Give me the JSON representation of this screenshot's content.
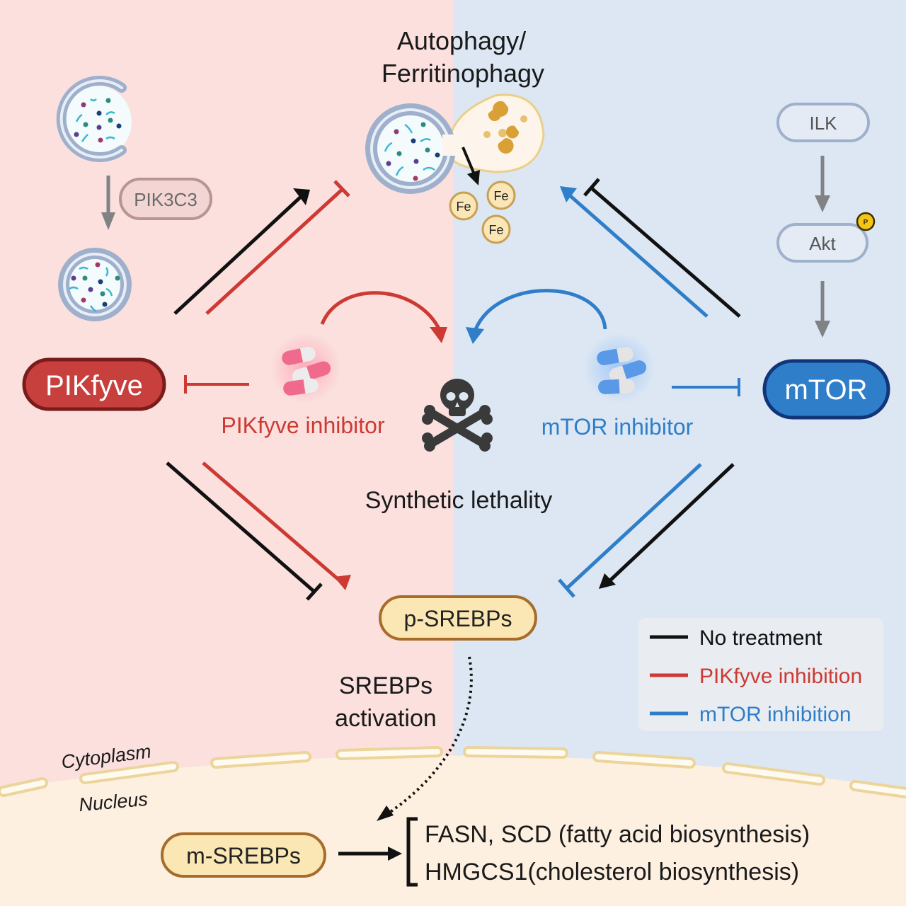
{
  "title": {
    "line1": "Autophagy/",
    "line2": "Ferritinophagy"
  },
  "colors": {
    "left_bg": "#fbe0de",
    "right_bg": "#dce7f3",
    "nucleus_bg": "#fdf0e0",
    "no_treatment": "#111111",
    "pikfyve": "#cc3a33",
    "mtor": "#2f7ec9",
    "gray_arrow": "#808284"
  },
  "nodes": {
    "pik3c3": "PIK3C3",
    "pikfyve": "PIKfyve",
    "ilk": "ILK",
    "akt": "Akt",
    "phospho": "P",
    "mtor": "mTOR",
    "p_srebps": "p-SREBPs",
    "m_srebps": "m-SREBPs"
  },
  "iron": [
    "Fe",
    "Fe",
    "Fe"
  ],
  "drugs": {
    "pikfyve_inhibitor": "PIKfyve inhibitor",
    "mtor_inhibitor": "mTOR inhibitor"
  },
  "center": {
    "synthetic_lethality": "Synthetic lethality"
  },
  "srebp_activation": {
    "line1": "SREBPs",
    "line2": "activation"
  },
  "compartments": {
    "cytoplasm": "Cytoplasm",
    "nucleus": "Nucleus"
  },
  "targets": {
    "line1": "FASN, SCD (fatty acid  biosynthesis)",
    "line2": "HMGCS1(cholesterol biosynthesis)"
  },
  "legend": {
    "items": [
      {
        "label": "No treatment",
        "color": "#111111"
      },
      {
        "label": "PIKfyve inhibition",
        "color": "#cc3a33"
      },
      {
        "label": "mTOR inhibition",
        "color": "#2f7ec9"
      }
    ]
  },
  "edges": [
    {
      "from": "PIKfyve",
      "to": "Autophagy",
      "type": "activate",
      "condition": "No treatment"
    },
    {
      "from": "PIKfyve",
      "to": "Autophagy",
      "type": "inhibit",
      "condition": "PIKfyve inhibition"
    },
    {
      "from": "mTOR",
      "to": "Autophagy",
      "type": "inhibit",
      "condition": "No treatment"
    },
    {
      "from": "mTOR",
      "to": "Autophagy",
      "type": "activate",
      "condition": "mTOR inhibition"
    },
    {
      "from": "PIKfyve",
      "to": "p-SREBPs",
      "type": "inhibit",
      "condition": "No treatment"
    },
    {
      "from": "PIKfyve",
      "to": "p-SREBPs",
      "type": "activate",
      "condition": "PIKfyve inhibition"
    },
    {
      "from": "mTOR",
      "to": "p-SREBPs",
      "type": "activate",
      "condition": "No treatment"
    },
    {
      "from": "mTOR",
      "to": "p-SREBPs",
      "type": "inhibit",
      "condition": "mTOR inhibition"
    },
    {
      "from": "PIKfyve inhibitor",
      "to": "PIKfyve",
      "type": "inhibit"
    },
    {
      "from": "mTOR inhibitor",
      "to": "mTOR",
      "type": "inhibit"
    },
    {
      "from": "ILK",
      "to": "Akt",
      "type": "activate"
    },
    {
      "from": "Akt",
      "to": "mTOR",
      "type": "activate"
    },
    {
      "from": "p-SREBPs",
      "to": "m-SREBPs",
      "type": "translocation"
    },
    {
      "from": "m-SREBPs",
      "to": "target genes",
      "type": "activate"
    }
  ]
}
